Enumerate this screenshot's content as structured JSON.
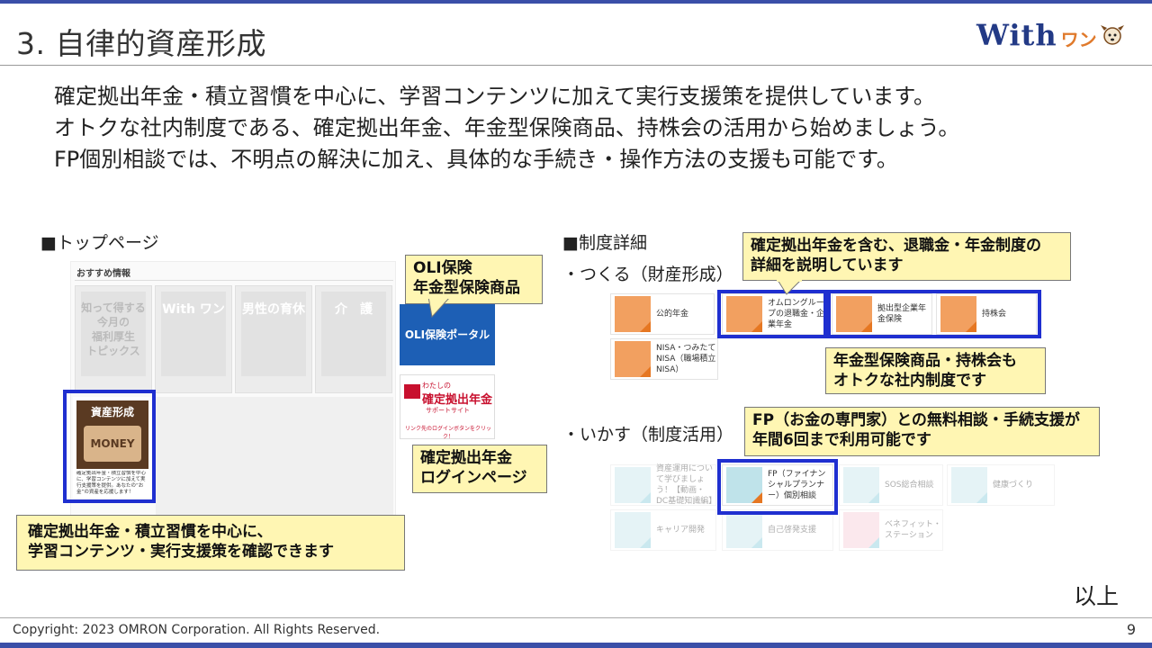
{
  "slide": {
    "title": "3. 自律的資産形成",
    "logo_with": "With",
    "logo_wan": "ワン"
  },
  "intro": [
    "確定拠出年金・積立習慣を中心に、学習コンテンツに加えて実行支援策を提供しています。",
    "オトクな社内制度である、確定拠出年金、年金型保険商品、持株会の活用から始めましょう。",
    "FP個別相談では、不明点の解決に加え、具体的な手続き・操作方法の支援も可能です。"
  ],
  "left": {
    "heading": "■トップページ",
    "shot_title": "おすすめ情報",
    "tiles": [
      "知って得する\n今月の\n福利厚生\nトピックス",
      "With ワン",
      "男性の育休",
      "介　護"
    ],
    "asset_tile_title": "資産形成",
    "asset_tile_image_text": "MONEY",
    "asset_tile_desc": "確定拠出年金・積立習慣を中心に、学習コンテンツに加えて実行支援策を提供。あなたの“お金”の資産を応援します！",
    "oli_portal_label": "OLI保険ポータル",
    "dc_logo_small": "わたしの",
    "dc_logo_main": "確定拠出年金",
    "dc_logo_sub": "サポートサイト",
    "dc_logo_link": "リンク先のログインボタンをクリック！",
    "callout_oli": [
      "OLI保険",
      "年金型保険商品"
    ],
    "callout_dc_login": [
      "確定拠出年金",
      "ログインページ"
    ],
    "callout_bottom": [
      "確定拠出年金・積立習慣を中心に、",
      "学習コンテンツ・実行支援策を確認できます"
    ]
  },
  "right": {
    "heading": "■制度詳細",
    "tsukuru_label": "・つくる（財産形成）",
    "ikasu_label": "・いかす（制度活用）",
    "callout_retire": [
      "確定拠出年金を含む、退職金・年金制度の",
      "詳細を説明しています"
    ],
    "callout_insurance": [
      "年金型保険商品・持株会も",
      "オトクな社内制度です"
    ],
    "callout_fp": [
      "FP（お金の専門家）との無料相談・手続支援が",
      "年間6回まで利用可能です"
    ],
    "tsukuru_items": [
      {
        "label": "公的年金",
        "icon": "pension-icon"
      },
      {
        "label": "オムロングループの退職金・企業年金",
        "icon": "building-icon"
      },
      {
        "label": "拠出型企業年金保険",
        "icon": "hands-heart-icon"
      },
      {
        "label": "持株会",
        "icon": "people-icon"
      },
      {
        "label": "NISA・つみたてNISA（職場積立NISA）",
        "icon": "nisa-icon"
      }
    ],
    "ikasu_items": [
      {
        "label": "資産運用について学びましょう！【動画・DC基礎知識編】",
        "icon": "study-icon"
      },
      {
        "label": "FP（ファイナンシャルプランナー）個別相談",
        "icon": "consult-icon"
      },
      {
        "label": "SOS総合相談",
        "icon": "sos-icon"
      },
      {
        "label": "健康づくり",
        "icon": "health-icon"
      },
      {
        "label": "キャリア開発",
        "icon": "career-icon"
      },
      {
        "label": "自己啓発支援",
        "icon": "self-dev-icon"
      },
      {
        "label": "ベネフィット・ステーション",
        "icon": "benefit-icon"
      }
    ]
  },
  "closing": "以上",
  "footer": {
    "copyright": "Copyright: 2023 OMRON Corporation. All Rights Reserved.",
    "page_number": "9"
  }
}
